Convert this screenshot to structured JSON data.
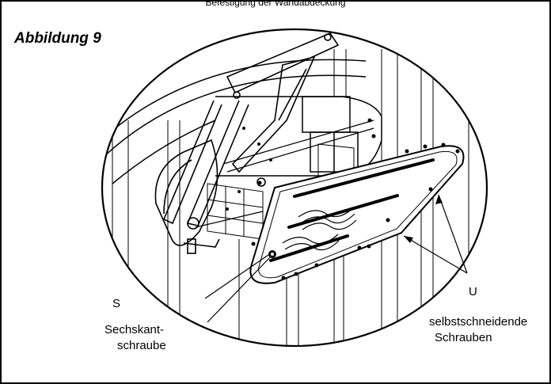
{
  "caption_top": "Befestigung der Wandabdeckung",
  "figure_title": "Abbildung 9",
  "labels": {
    "s_letter": "S",
    "s_line1": "Sechskant-",
    "s_line2": "schraube",
    "u_letter": "U",
    "u_line1": "selbstschneidende",
    "u_line2": "Schrauben"
  },
  "colors": {
    "line": "#000000",
    "background": "#ffffff"
  }
}
